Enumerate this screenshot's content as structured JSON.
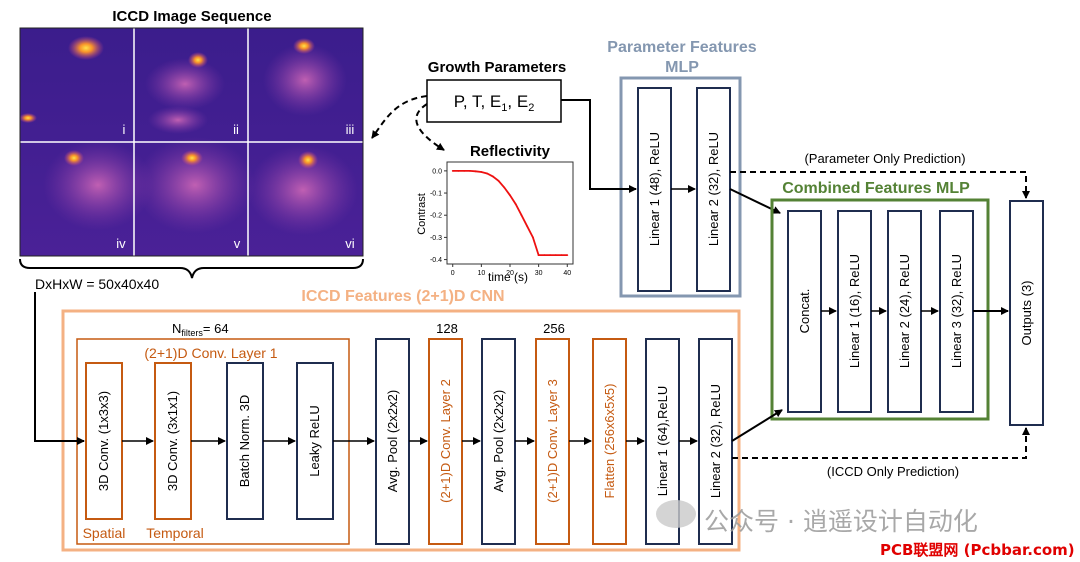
{
  "iccd": {
    "title": "ICCD Image Sequence",
    "frames": [
      "i",
      "ii",
      "iii",
      "iv",
      "v",
      "vi"
    ],
    "dims_label": "DxHxW = 50x40x40"
  },
  "growth": {
    "title": "Growth Parameters",
    "box_text": "P, T, E",
    "sub1": "1",
    "sep": ", E",
    "sub2": "2"
  },
  "reflectivity": {
    "title": "Reflectivity",
    "ylabel": "Contrast",
    "xlabel": "time (s)",
    "color": "#ee1111"
  },
  "chart_data": {
    "type": "line",
    "title": "Reflectivity",
    "xlabel": "time (s)",
    "ylabel": "Contrast",
    "xlim": [
      -2,
      42
    ],
    "ylim": [
      -0.42,
      0.04
    ],
    "xticks": [
      "0",
      "10",
      "20",
      "30",
      "40"
    ],
    "yticks": [
      "0.0",
      "-0.1",
      "-0.2",
      "-0.3",
      "-0.4"
    ],
    "x": [
      0,
      2,
      4,
      6,
      8,
      10,
      12,
      14,
      16,
      18,
      20,
      22,
      24,
      26,
      28,
      30,
      32,
      34,
      36,
      38,
      40
    ],
    "y": [
      0.0,
      0.0,
      0.0,
      0.0,
      -0.002,
      -0.005,
      -0.012,
      -0.025,
      -0.045,
      -0.075,
      -0.11,
      -0.15,
      -0.2,
      -0.25,
      -0.3,
      -0.38,
      -0.38,
      -0.38,
      -0.38,
      -0.38,
      -0.38
    ]
  },
  "param_mlp": {
    "title_line1": "Parameter Features",
    "title_line2": "MLP",
    "layers": [
      "Linear 1 (48), ReLU",
      "Linear 2 (32), ReLU"
    ],
    "color": "#8497b0"
  },
  "combined_mlp": {
    "title": "Combined Features MLP",
    "layers": [
      "Concat.",
      "Linear 1 (16), ReLU",
      "Linear 2 (24), ReLU",
      "Linear 3 (32), ReLU"
    ],
    "color": "#548235"
  },
  "outputs": {
    "label": "Outputs (3)"
  },
  "param_only_label": "(Parameter Only Prediction)",
  "iccd_only_label": "(ICCD Only Prediction)",
  "cnn": {
    "title": "ICCD Features (2+1)D CNN",
    "color": "#f4b183",
    "conv1_title": "(2+1)D Conv. Layer 1",
    "filters_prefix": "N",
    "filters_sub": "filters",
    "filters_value": "= 64",
    "count_128": "128",
    "count_256": "256",
    "spatial": "Spatial",
    "temporal": "Temporal",
    "conv1_blocks": [
      "3D Conv. (1x3x3)",
      "3D Conv. (3x1x1)",
      "Batch Norm. 3D",
      "Leaky ReLU"
    ],
    "layers": [
      "Avg. Pool (2x2x2)",
      "(2+1)D Conv. Layer 2",
      "Avg. Pool (2x2x2)",
      "(2+1)D Conv. Layer 3",
      "Flatten (256x6x5x5)",
      "Linear 1 (64),ReLU",
      "Linear 2 (32), ReLU"
    ],
    "orange": "#c55a11",
    "navy": "#1f2d4f"
  },
  "watermark": {
    "text": "公众号 · 逍遥设计自动化",
    "footer": "PCB联盟网 (Pcbbar.com)"
  }
}
